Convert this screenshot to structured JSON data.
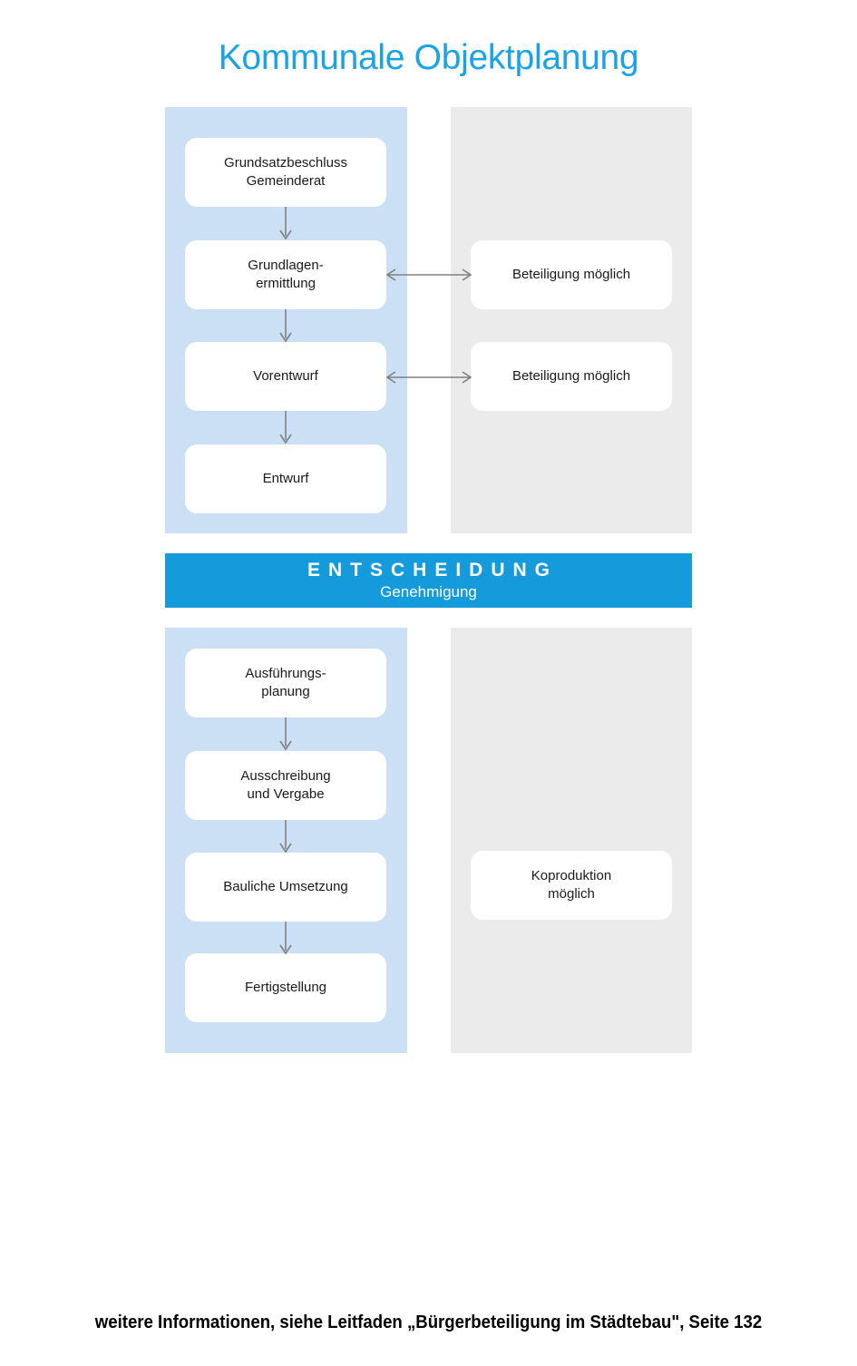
{
  "page": {
    "title": "Kommunale Objektplanung"
  },
  "colors": {
    "title_blue": "#1BA3E8",
    "band_blue": "#CBE0F4",
    "band_gray": "#EBEBEB",
    "banner_blue": "#159BDB",
    "arrow_gray": "#808080",
    "node_white": "#FFFFFF",
    "text_dark": "#1A1A1A"
  },
  "banner": {
    "title": "ENTSCHEIDUNG",
    "subtitle": "Genehmigung"
  },
  "flow": {
    "upper": {
      "process_steps": [
        {
          "id": "grundsatzbeschluss",
          "label": "Grundsatzbeschluss\nGemeinderat"
        },
        {
          "id": "grundlagen",
          "label": "Grundlagen-\nermittlung"
        },
        {
          "id": "vorentwurf",
          "label": "Vorentwurf"
        },
        {
          "id": "entwurf",
          "label": "Entwurf"
        }
      ],
      "participation_boxes": [
        {
          "id": "beteiligung-1",
          "label": "Beteiligung möglich"
        },
        {
          "id": "beteiligung-2",
          "label": "Beteiligung möglich"
        }
      ]
    },
    "lower": {
      "process_steps": [
        {
          "id": "ausfuehrungs",
          "label": "Ausführungs-\nplanung"
        },
        {
          "id": "ausschreibung",
          "label": "Ausschreibung\nund Vergabe"
        },
        {
          "id": "bauliche",
          "label": "Bauliche Umsetzung"
        },
        {
          "id": "fertigstellung",
          "label": "Fertigstellung"
        }
      ],
      "participation_boxes": [
        {
          "id": "koproduktion",
          "label": "Koproduktion\nmöglich"
        }
      ]
    }
  },
  "footer": {
    "note": "weitere Informationen, siehe Leitfaden „Bürgerbeteiligung im Städtebau\", Seite 132"
  }
}
